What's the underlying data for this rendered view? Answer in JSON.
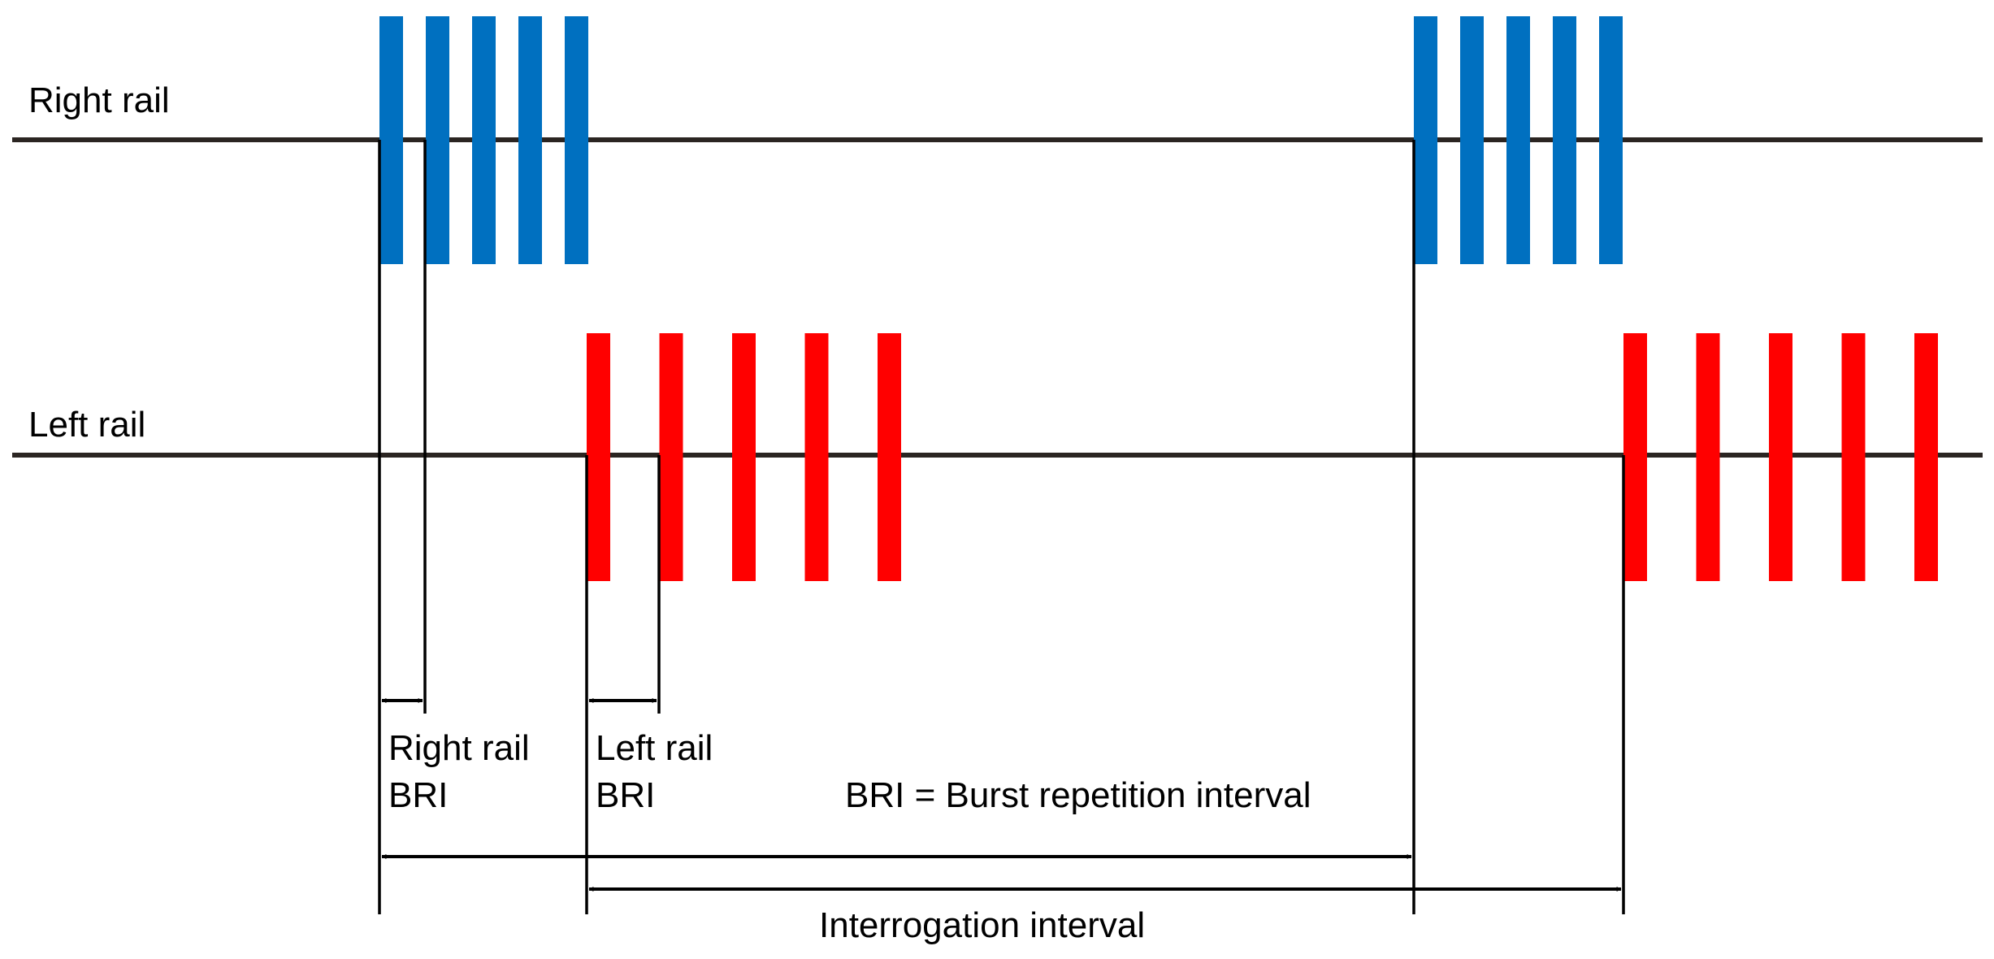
{
  "labels": {
    "right_rail": "Right rail",
    "left_rail": "Left rail",
    "right_rail_bri_line1": "Right rail",
    "right_rail_bri_line2": "BRI",
    "left_rail_bri_line1": "Left rail",
    "left_rail_bri_line2": "BRI",
    "bri_definition": "BRI = Burst repetition interval",
    "interrogation_interval": "Interrogation interval"
  },
  "colors": {
    "right_rail_pulse": "#0070C0",
    "left_rail_pulse": "#FF0000",
    "rail_line": "#2b2522",
    "annotation": "#000000"
  },
  "bursts": {
    "pulses_per_burst": 5,
    "right_rail_bursts": 2,
    "left_rail_bursts": 2
  }
}
